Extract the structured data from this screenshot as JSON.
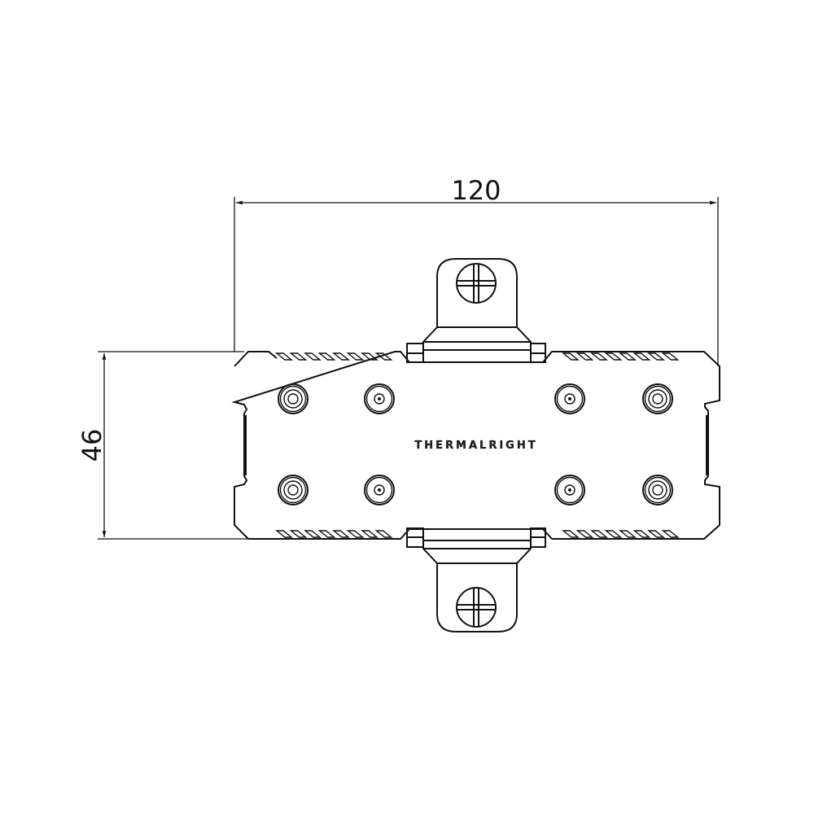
{
  "title": "Cooler top view dimension drawing",
  "dimensions": {
    "width_label": "120",
    "height_label": "46"
  },
  "brand_logo": "THERMALRIGHT",
  "colors": {
    "line": "#111111",
    "background": "#ffffff"
  }
}
